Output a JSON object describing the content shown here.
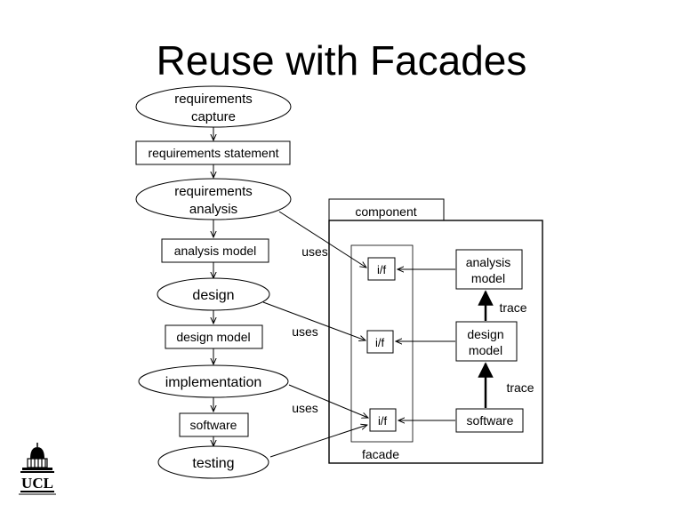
{
  "slide": {
    "title": "Reuse with Facades"
  },
  "process": {
    "requirements_capture": [
      "requirements",
      "capture"
    ],
    "requirements_statement": "requirements statement",
    "requirements_analysis": [
      "requirements",
      "analysis"
    ],
    "analysis_model": "analysis model",
    "design": "design",
    "design_model": "design model",
    "implementation": "implementation",
    "software": "software",
    "testing": "testing"
  },
  "component": {
    "tab_label": "component",
    "interfaces": [
      "i/f",
      "i/f",
      "i/f"
    ],
    "facade_label": "facade",
    "analysis_model": [
      "analysis",
      "model"
    ],
    "design_model": [
      "design",
      "model"
    ],
    "software": "software",
    "trace_labels": [
      "trace",
      "trace"
    ]
  },
  "uses_labels": [
    "uses",
    "uses",
    "uses"
  ],
  "logo": {
    "text": "UCL"
  }
}
